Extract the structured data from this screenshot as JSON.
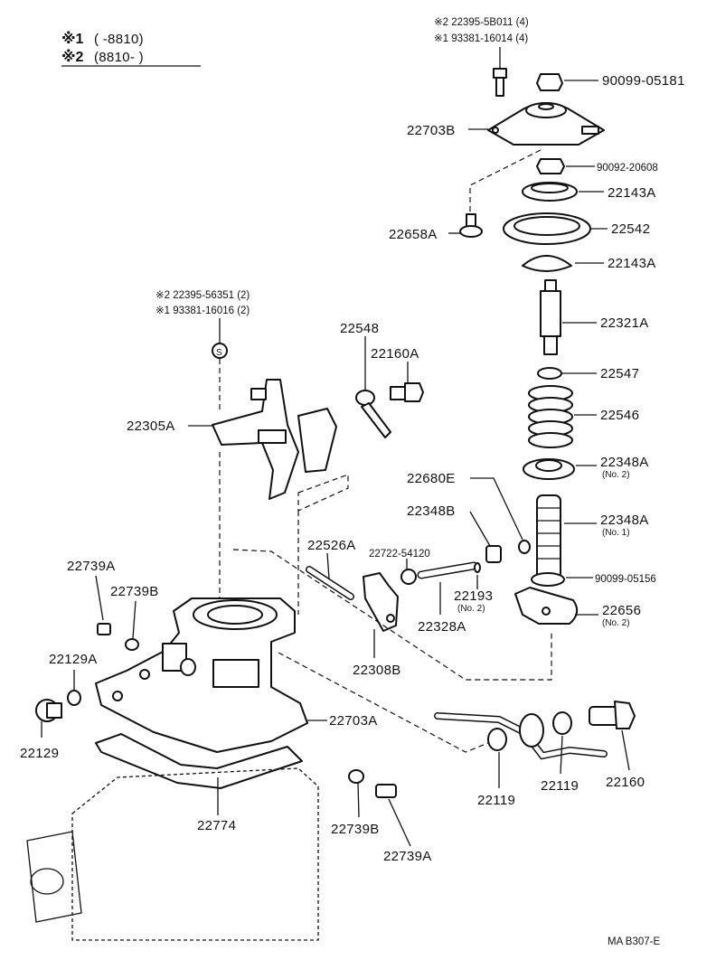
{
  "legend": {
    "mark1": "※1",
    "range1": "(      -8810)",
    "mark2": "※2",
    "range2": "(8810-        )"
  },
  "notes": {
    "top_note1": "※2 22395-5B011 (4)",
    "top_note2": "※1 93381-16014 (4)",
    "mid_note1": "※2 22395-56351 (2)",
    "mid_note2": "※1 93381-16016 (2)",
    "s_marker": "S"
  },
  "labels": {
    "p90099_05181": "90099-05181",
    "p22703B": "22703B",
    "p90092_20608": "90092-20608",
    "p22143A_top": "22143A",
    "p22542": "22542",
    "p22658A": "22658A",
    "p22143A_bottom": "22143A",
    "p22321A": "22321A",
    "p22548": "22548",
    "p22160A": "22160A",
    "p22547": "22547",
    "p22305A": "22305A",
    "p22546": "22546",
    "p22348A_no2": "22348A",
    "p22348A_no2_sub": "(No. 2)",
    "p22680E": "22680E",
    "p22348B": "22348B",
    "p22348A_no1": "22348A",
    "p22348A_no1_sub": "(No. 1)",
    "p22526A": "22526A",
    "p22722_54120": "22722-54120",
    "p90099_05156": "90099-05156",
    "p22739A_left": "22739A",
    "p22739B_left": "22739B",
    "p22193": "22193",
    "p22193_sub": "(No. 2)",
    "p22656": "22656",
    "p22656_sub": "(No. 2)",
    "p22328A": "22328A",
    "p22129A": "22129A",
    "p22308B": "22308B",
    "p22703A": "22703A",
    "p22129": "22129",
    "p22119_left": "22119",
    "p22119_right": "22119",
    "p22160": "22160",
    "p22774": "22774",
    "p22739B_right": "22739B",
    "p22739A_right": "22739A"
  },
  "footer": {
    "code": "MA B307-E"
  }
}
